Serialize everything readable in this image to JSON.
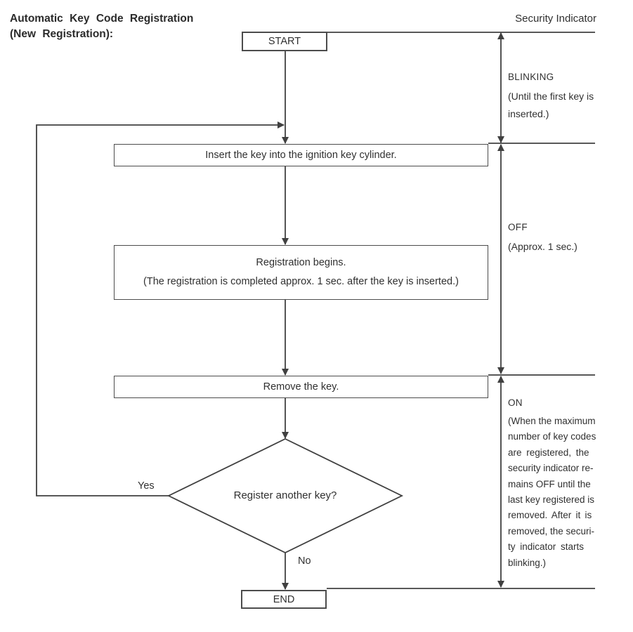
{
  "header": {
    "title_line1": "Automatic Key Code Registration",
    "title_line2": "(New Registration):"
  },
  "flow": {
    "start_label": "START",
    "insert_step": "Insert the key into the ignition key cylinder.",
    "registration_step_line1": "Registration begins.",
    "registration_step_line2": "(The registration is completed approx. 1 sec. after the key is inserted.)",
    "remove_step": "Remove the key.",
    "decision_question": "Register another key?",
    "yes_label": "Yes",
    "no_label": "No",
    "end_label": "END"
  },
  "indicator": {
    "heading": "Security Indicator",
    "phases": [
      {
        "state": "BLINKING",
        "note_lines": [
          "(Until the first key is",
          "inserted.)"
        ]
      },
      {
        "state": "OFF",
        "note_lines": [
          "(Approx. 1 sec.)"
        ]
      },
      {
        "state": "ON",
        "note_lines": [
          "(When the maximum",
          "number of key codes",
          "are registered, the",
          "security indicator re-",
          "mains OFF until the",
          "last key registered is",
          "removed. After it is",
          "removed, the securi-",
          "ty indicator starts",
          "blinking.)"
        ]
      }
    ]
  },
  "colors": {
    "line": "#404040",
    "text": "#303030",
    "background": "#ffffff"
  }
}
